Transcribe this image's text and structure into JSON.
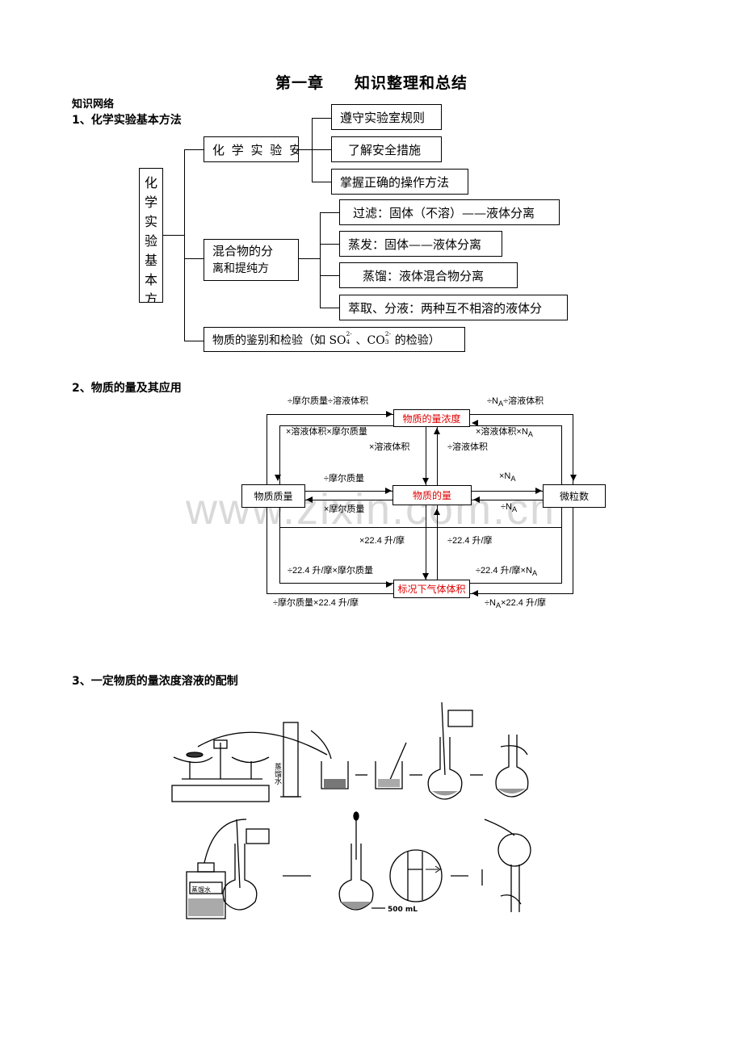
{
  "title": {
    "part1": "第一章",
    "part2": "知识整理和总结"
  },
  "network_label": "知识网络",
  "sections": {
    "s1": "1、化学实验基本方法",
    "s2": "2、物质的量及其应用",
    "s3": "3、一定物质的量浓度溶液的配制"
  },
  "tree": {
    "root": "化学实验基本方",
    "branch_safety": "化 学 实 验 安",
    "safety_items": [
      "遵守实验室规则",
      "了解安全措施",
      "掌握正确的操作方法"
    ],
    "branch_separation_l1": "混合物的分",
    "branch_separation_l2": "离和提纯方",
    "separation_items": [
      "过滤：固体（不溶）——液体分离",
      "蒸发：固体——液体分离",
      "蒸馏：液体混合物分离",
      "萃取、分液：两种互不相溶的液体分"
    ],
    "branch_test_pre": "物质的鉴别和检验（如 SO",
    "branch_test_sub1": "4",
    "branch_test_sup1": "2-",
    "branch_test_mid": "、CO",
    "branch_test_sub2": "3",
    "branch_test_sup2": "2-",
    "branch_test_post": "的检验）"
  },
  "flow": {
    "nodes": {
      "concentration": "物质的量浓度",
      "mass": "物质质量",
      "amount": "物质的量",
      "particles": "微粒数",
      "gas_volume": "标况下气体体积"
    },
    "labels": {
      "top_left": "÷摩尔质量÷溶液体积",
      "top_right_pre": "÷N",
      "top_right_post": "÷溶液体积",
      "inner_tl": "×溶液体积×摩尔质量",
      "inner_tr_pre": "×溶液体积×N",
      "mid_up_left": "×溶液体积",
      "mid_up_right": "÷溶液体积",
      "mass_to_amount": "÷摩尔质量",
      "amount_to_mass": "×摩尔质量",
      "amount_to_particles_pre": "×N",
      "particles_to_amount_pre": "÷N",
      "mid_dn_left": "×22.4 升/摩",
      "mid_dn_right": "÷22.4 升/摩",
      "inner_bl": "÷22.4 升/摩×摩尔质量",
      "inner_br_pre": "÷22.4 升/摩×N",
      "bottom_left": "÷摩尔质量×22.4 升/摩",
      "bottom_right_pre": "÷N",
      "bottom_right_post": "×22.4 升/摩",
      "sub_a": "A"
    }
  },
  "figure": {
    "water_label": "蒸馏水",
    "bottle_label": "蒸馏水",
    "flask_volume": "500 mL"
  },
  "watermark": "www.zixin.com.cn",
  "colors": {
    "highlight": "#e00000"
  }
}
